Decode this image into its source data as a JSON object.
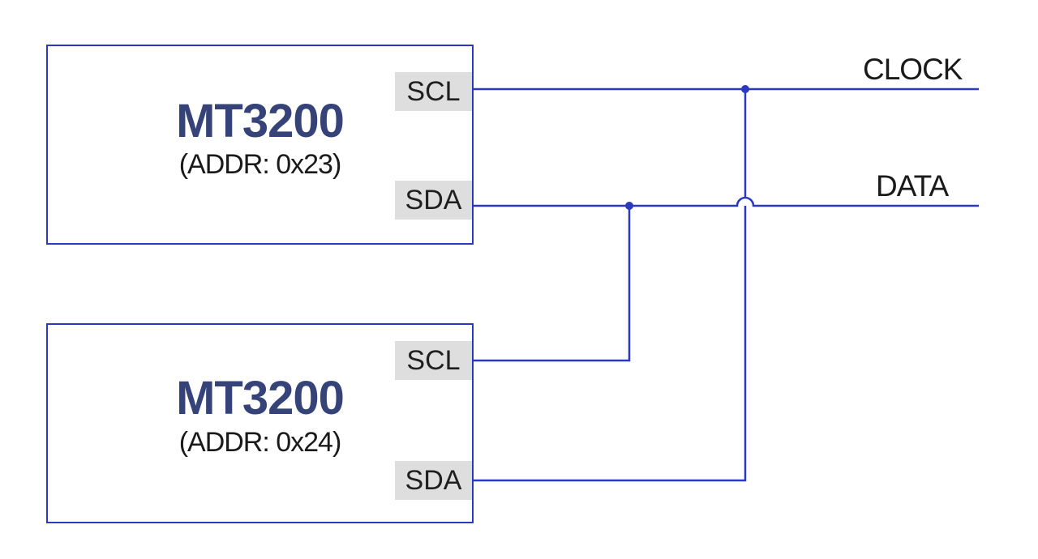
{
  "devices": [
    {
      "name": "MT3200",
      "address": "(ADDR: 0x23)",
      "pins": [
        "SCL",
        "SDA"
      ]
    },
    {
      "name": "MT3200",
      "address": "(ADDR: 0x24)",
      "pins": [
        "SCL",
        "SDA"
      ]
    }
  ],
  "bus": {
    "clock_label": "CLOCK",
    "data_label": "DATA"
  },
  "colors": {
    "wire": "#2b38c0",
    "device_name": "#364379",
    "pin_label_bg": "#dedede",
    "label_text": "#1a1a1a",
    "background": "#ffffff"
  }
}
